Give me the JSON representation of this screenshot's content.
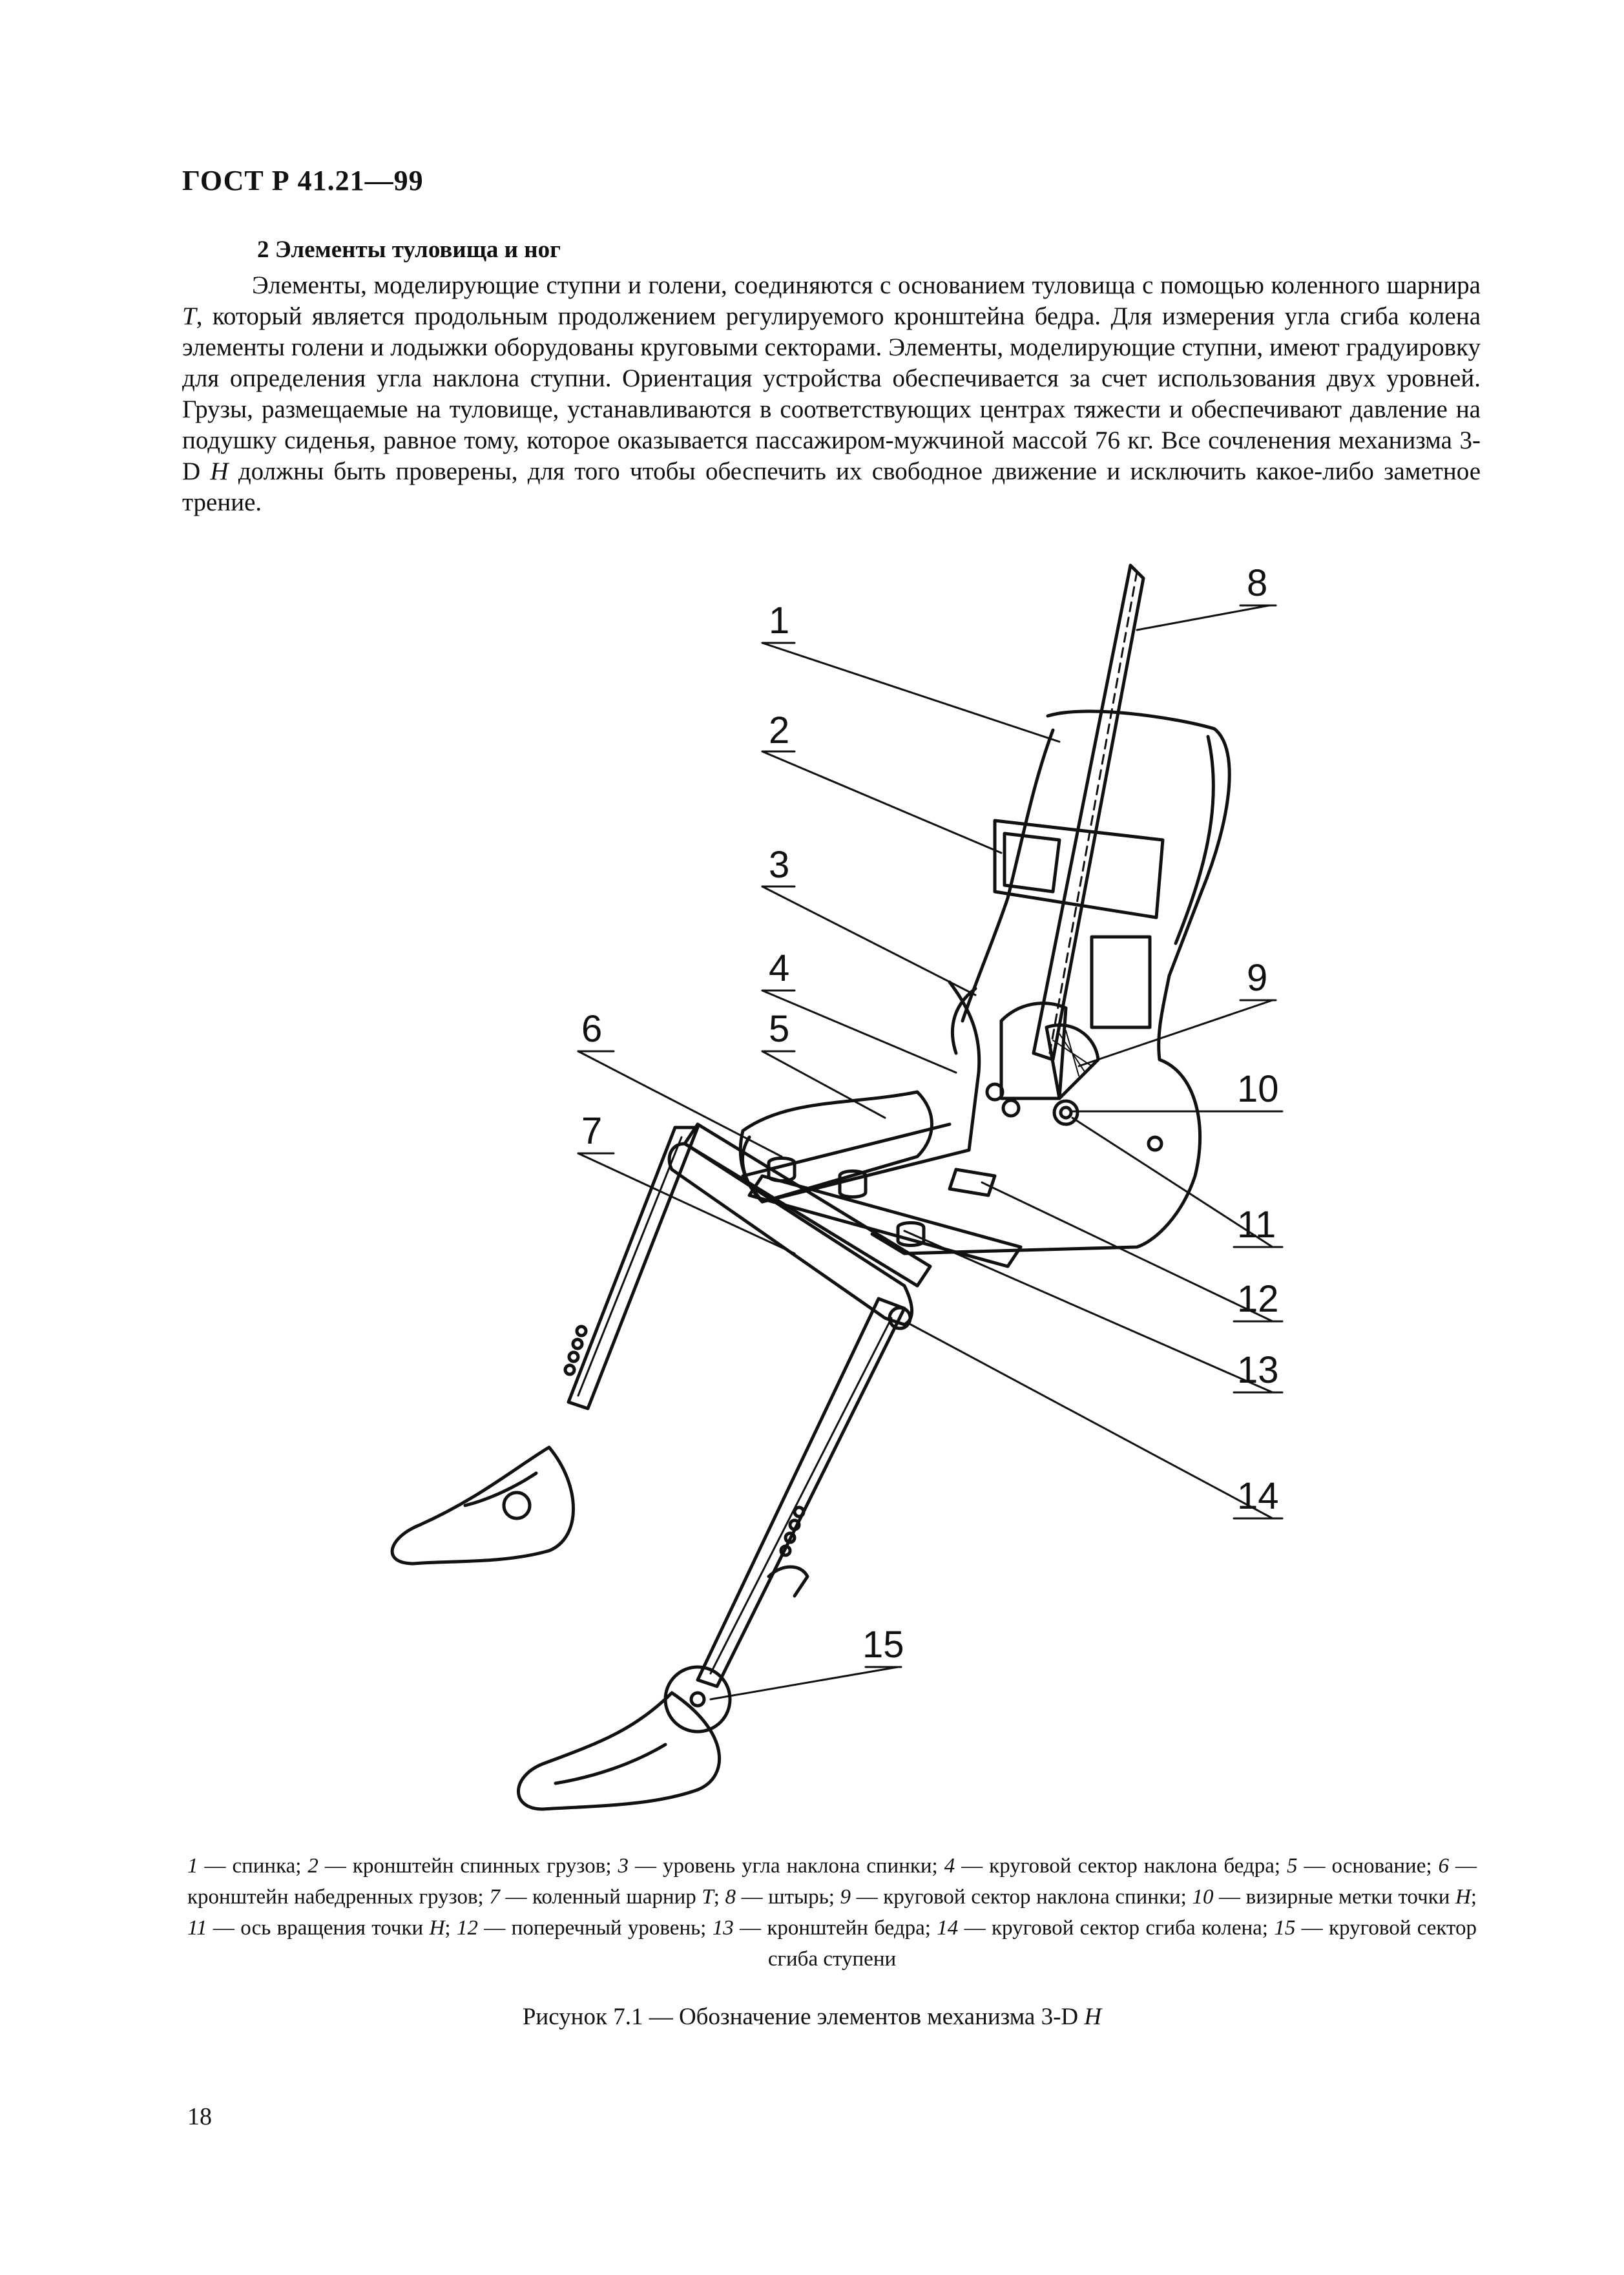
{
  "header": {
    "doc_code": "ГОСТ Р 41.21—99"
  },
  "section": {
    "title": "2 Элементы туловища и ног",
    "paragraph": {
      "p1": "Элементы, моделирующие ступни и голени, соединяются с основанием туловища с помощью коленного шарнира ",
      "t": "T",
      "p2": ", который является продольным продолжением регулируемого кронштейна бедра. Для измерения угла сгиба колена элементы голени и лодыжки оборудованы круговыми секторами. Элементы, моделирующие ступни, имеют градуировку для определения угла наклона ступни. Ориентация устройства обеспечивается за счет использования двух уровней. Грузы, размещаемые на туловище, устанавливаются в соответствующих центрах тяжести и обеспечивают давление на подушку сиденья, равное тому, которое оказывается пассажиром-мужчиной массой 76 кг. Все сочленения механизма 3-D ",
      "h": "H",
      "p3": " должны быть проверены, для того чтобы обеспечить их свободное движение и исключить какое-либо заметное трение."
    }
  },
  "figure": {
    "callouts": [
      "1",
      "2",
      "3",
      "4",
      "5",
      "6",
      "7",
      "8",
      "9",
      "10",
      "11",
      "12",
      "13",
      "14",
      "15"
    ],
    "legend": [
      {
        "num": "1",
        "text": " — спинка; "
      },
      {
        "num": "2",
        "text": " — кронштейн спинных грузов; "
      },
      {
        "num": "3",
        "text": " — уровень угла наклона спинки; "
      },
      {
        "num": "4",
        "text": " — круговой сектор наклона бедра; "
      },
      {
        "num": "5",
        "text": " — основание; "
      },
      {
        "num": "6",
        "text": " — кронштейн набедренных грузов; "
      },
      {
        "num": "7",
        "text": " — коленный шарнир "
      },
      {
        "num": "8",
        "text": " — штырь; "
      },
      {
        "num": "9",
        "text": " — круговой сектор наклона спинки; "
      },
      {
        "num": "10",
        "text": " — визирные метки точки "
      },
      {
        "num": "11",
        "text": " — ось вращения точки "
      },
      {
        "num": "12",
        "text": " — поперечный уровень; "
      },
      {
        "num": "13",
        "text": " — кронштейн бедра; "
      },
      {
        "num": "14",
        "text": " — круговой сектор сгиба колена; "
      },
      {
        "num": "15",
        "text": " — круговой сектор сгиба ступени"
      }
    ],
    "legend_italic": {
      "t": "T",
      "h": "H",
      "semi": "; "
    },
    "title_prefix": "Рисунок 7.1 — Обозначение элементов механизма 3-D ",
    "title_h": "H"
  },
  "page_number": "18"
}
